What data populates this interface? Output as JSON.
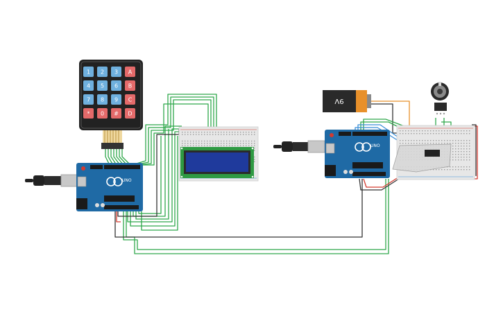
{
  "keypad": {
    "keys": [
      "1",
      "2",
      "3",
      "A",
      "4",
      "5",
      "6",
      "B",
      "7",
      "8",
      "9",
      "C",
      "*",
      "0",
      "#",
      "D"
    ]
  },
  "arduino_left": {
    "brand": "UNO",
    "logo": "∞"
  },
  "arduino_right": {
    "brand": "UNO",
    "logo": "∞"
  },
  "battery": {
    "label": "9V"
  },
  "colors": {
    "wire_green": "#2ea84a",
    "wire_black": "#333333",
    "wire_red": "#d43a2f",
    "wire_orange": "#e8902a",
    "wire_blue": "#3b8fd8",
    "board_blue": "#1f6aa5",
    "key_blue": "#6fb0de",
    "key_red": "#e46a6a",
    "lcd_screen": "#1f3a9c",
    "lcd_pcb": "#2f9a43"
  }
}
